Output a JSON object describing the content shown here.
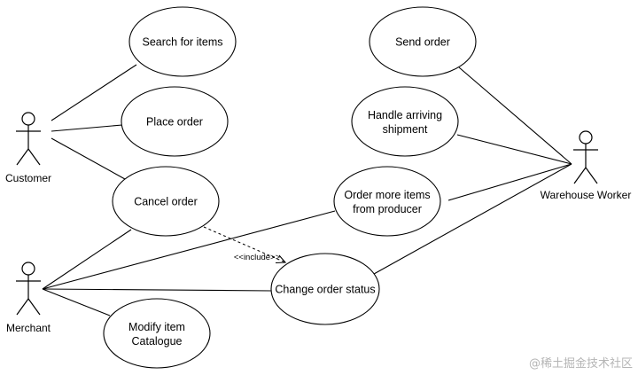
{
  "actors": [
    {
      "id": "customer",
      "label": "Customer"
    },
    {
      "id": "merchant",
      "label": "Merchant"
    },
    {
      "id": "warehouse",
      "label": "Warehouse Worker"
    }
  ],
  "use_cases": [
    {
      "id": "search",
      "lines": [
        "Search for items"
      ]
    },
    {
      "id": "place",
      "lines": [
        "Place order"
      ]
    },
    {
      "id": "cancel",
      "lines": [
        "Cancel order"
      ]
    },
    {
      "id": "modify",
      "lines": [
        "Modify item",
        "Catalogue"
      ]
    },
    {
      "id": "send",
      "lines": [
        "Send order"
      ]
    },
    {
      "id": "handle",
      "lines": [
        "Handle arriving",
        "shipment"
      ]
    },
    {
      "id": "ordermore",
      "lines": [
        "Order more items",
        "from producer"
      ]
    },
    {
      "id": "change",
      "lines": [
        "Change order status"
      ]
    }
  ],
  "associations": [
    [
      "customer",
      "search"
    ],
    [
      "customer",
      "place"
    ],
    [
      "customer",
      "cancel"
    ],
    [
      "merchant",
      "cancel"
    ],
    [
      "merchant",
      "modify"
    ],
    [
      "merchant",
      "ordermore"
    ],
    [
      "merchant",
      "change"
    ],
    [
      "warehouse",
      "send"
    ],
    [
      "warehouse",
      "handle"
    ],
    [
      "warehouse",
      "ordermore"
    ],
    [
      "warehouse",
      "change"
    ]
  ],
  "include_relation": {
    "from": "cancel",
    "to": "change",
    "label": "<<include>>"
  },
  "watermark": "@稀土掘金技术社区"
}
